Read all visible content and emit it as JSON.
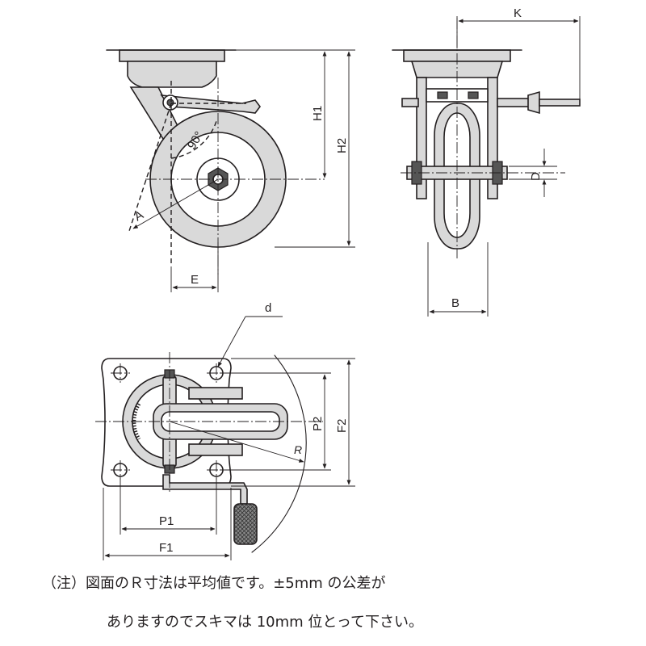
{
  "labels": {
    "H1": "H1",
    "H2": "H2",
    "A": "A",
    "E": "E",
    "angle": "90°",
    "K": "K",
    "D": "D",
    "B": "B",
    "d": "d",
    "P1": "P1",
    "F1": "F1",
    "P2": "P2",
    "F2": "F2",
    "R": "R"
  },
  "notes": {
    "line1": "（注）図面のＲ寸法は平均値です。±5mm の公差が",
    "line2": "ありますのでスキマは 10mm 位とって下さい。"
  }
}
